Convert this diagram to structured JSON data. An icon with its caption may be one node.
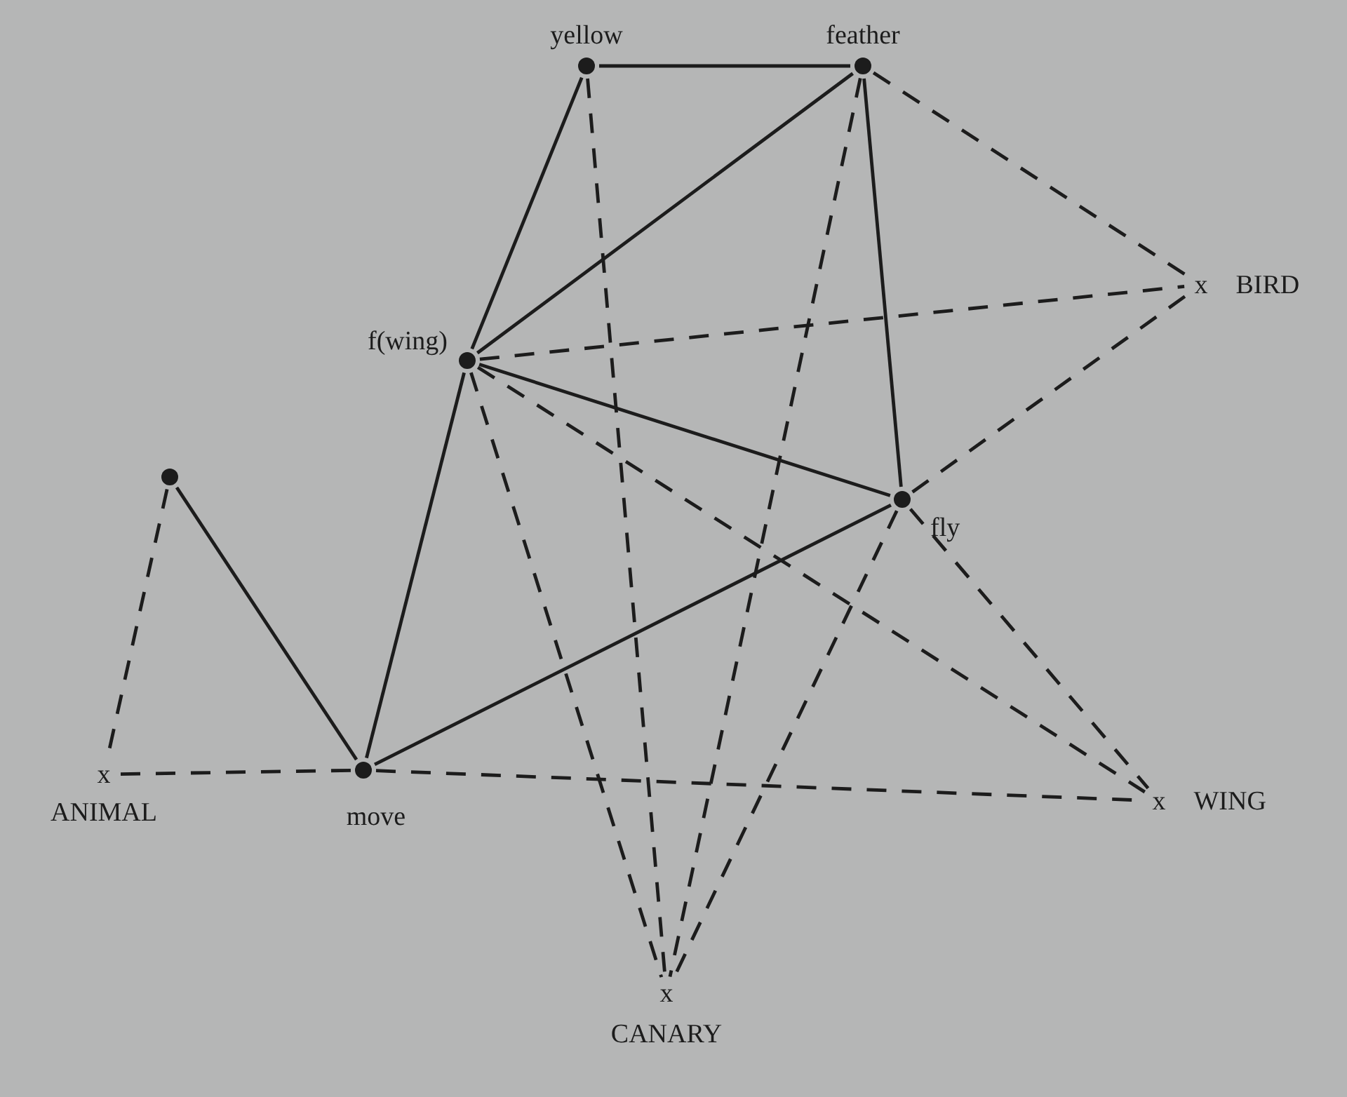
{
  "diagram": {
    "nodes": [
      {
        "text": [
          "yellow"
        ]
      },
      {
        "text": [
          "feather"
        ]
      },
      {
        "text": [
          "x",
          "BIRD"
        ]
      },
      {
        "text": [
          "f(wing)"
        ]
      },
      {
        "text": [],
        "shape": "circle"
      },
      {
        "text": [
          "fly"
        ]
      },
      {
        "text": [
          "x",
          "ANIMAL"
        ]
      },
      {
        "text": [
          "move"
        ]
      },
      {
        "text": [
          "x",
          "WING"
        ]
      },
      {
        "text": [
          "x",
          "CANARY"
        ]
      }
    ],
    "edges": [
      {
        "from": 0,
        "to": 1,
        "arrow": "none"
      },
      {
        "from": 0,
        "to": 3,
        "arrow": "none"
      },
      {
        "from": 1,
        "to": 3,
        "arrow": "none"
      },
      {
        "from": 1,
        "to": 5,
        "arrow": "none"
      },
      {
        "from": 3,
        "to": 5,
        "arrow": "none"
      },
      {
        "from": 3,
        "to": 7,
        "arrow": "none"
      },
      {
        "from": 4,
        "to": 7,
        "arrow": "none"
      },
      {
        "from": 7,
        "to": 5,
        "arrow": "none"
      },
      {
        "from": 1,
        "to": 2,
        "arrow": "none",
        "style": "dashed"
      },
      {
        "from": 3,
        "to": 2,
        "arrow": "none",
        "style": "dashed"
      },
      {
        "from": 5,
        "to": 2,
        "arrow": "none",
        "style": "dashed"
      },
      {
        "from": 4,
        "to": 6,
        "arrow": "none",
        "style": "dashed"
      },
      {
        "from": 6,
        "to": 7,
        "arrow": "none",
        "style": "dashed"
      },
      {
        "from": 7,
        "to": 8,
        "arrow": "none",
        "style": "dashed"
      },
      {
        "from": 3,
        "to": 8,
        "arrow": "none",
        "style": "dashed"
      },
      {
        "from": 5,
        "to": 8,
        "arrow": "none",
        "style": "dashed"
      },
      {
        "from": 0,
        "to": 9,
        "arrow": "none",
        "style": "dashed"
      },
      {
        "from": 1,
        "to": 9,
        "arrow": "none",
        "style": "dashed"
      },
      {
        "from": 3,
        "to": 9,
        "arrow": "none",
        "style": "dashed"
      },
      {
        "from": 5,
        "to": 9,
        "arrow": "none",
        "style": "dashed"
      }
    ]
  }
}
